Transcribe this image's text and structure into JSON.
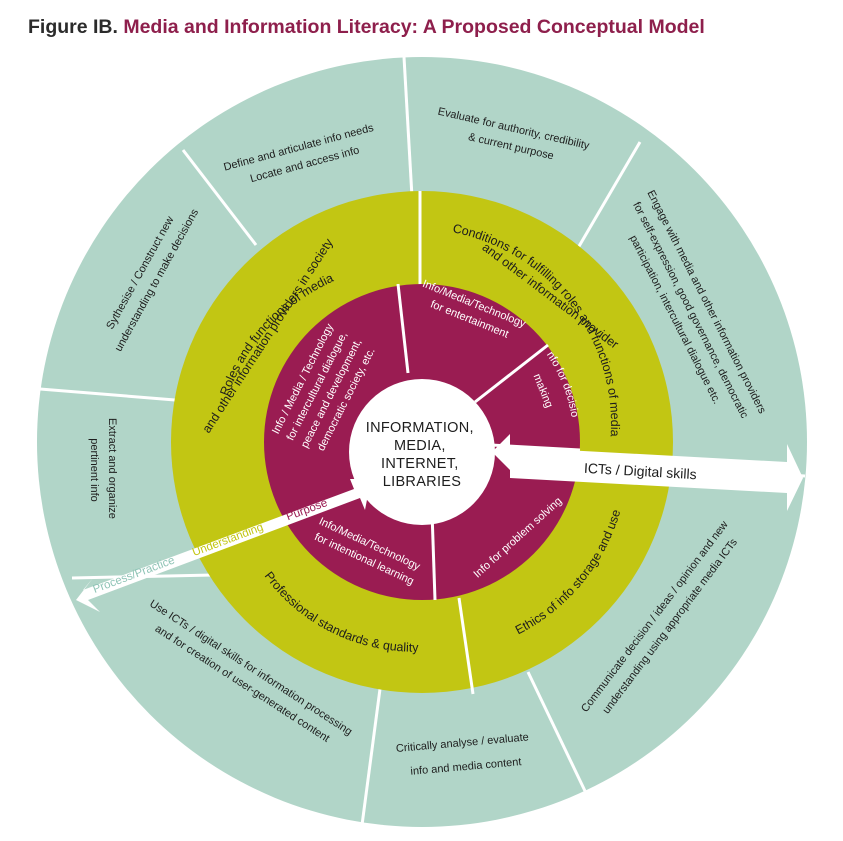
{
  "title": {
    "prefix": "Figure IB.",
    "main": "Media and Information Literacy: A Proposed Conceptual Model"
  },
  "colors": {
    "outer_ring": "#b1d5c8",
    "middle_ring": "#c2c613",
    "inner_ring": "#9a1c52",
    "center": "#ffffff",
    "divider": "#ffffff"
  },
  "center": {
    "lines": [
      "INFORMATION,",
      "MEDIA,",
      "INTERNET,",
      "LIBRARIES"
    ]
  },
  "outer_segments": [
    {
      "id": "define",
      "lines": [
        "Define and articulate info needs",
        "Locate and access info"
      ]
    },
    {
      "id": "evaluate",
      "lines": [
        "Evaluate for authority, credibility",
        "& current purpose"
      ]
    },
    {
      "id": "engage",
      "lines": [
        "Engage with media and other information providers",
        "for self-expression, good governance, democratic",
        "participation, intercultural dialogue etc."
      ]
    },
    {
      "id": "communicate",
      "lines": [
        "Communicate decision / ideas / opinion and new",
        "understanding using appropriate media ICTs"
      ]
    },
    {
      "id": "analyse",
      "lines": [
        "Critically analyse / evaluate",
        "info and media content"
      ]
    },
    {
      "id": "use-icts",
      "lines": [
        "Use ICTs / digital skills for information processing",
        "and for creation of user-generated content"
      ]
    },
    {
      "id": "extract",
      "lines": [
        "Extract and organize",
        "pertinent info"
      ]
    },
    {
      "id": "synthesise",
      "lines": [
        "Sythesise / Construct new",
        "understanding to make decisions"
      ]
    }
  ],
  "middle_segments": [
    {
      "id": "roles",
      "lines": [
        "Roles and functions of media",
        "and other information providers in society"
      ]
    },
    {
      "id": "conditions",
      "lines": [
        "Conditions for fulfilling roles and functions of media",
        "and other information provider"
      ]
    },
    {
      "id": "ethics",
      "lines": [
        "Ethics of info storage and use"
      ]
    },
    {
      "id": "standards",
      "lines": [
        "Professional standards & quality"
      ]
    }
  ],
  "inner_segments": [
    {
      "id": "entertainment",
      "lines": [
        "Info/Media/Technology",
        "for entertainment"
      ]
    },
    {
      "id": "decision",
      "lines": [
        "Info for decision",
        "making"
      ]
    },
    {
      "id": "problem",
      "lines": [
        "Info for problem solving"
      ]
    },
    {
      "id": "learning",
      "lines": [
        "Info/Media/Technology",
        "for intentional learning"
      ]
    },
    {
      "id": "intercultural",
      "lines": [
        "Info / Media / Technology",
        "for intercultural dialogue,",
        "peace and development,",
        "democratic society, etc."
      ]
    }
  ],
  "arrows": {
    "icts": "ICTs / Digital skills",
    "process": "Process/Practice",
    "understanding": "Understanding",
    "purpose": "Purpose"
  }
}
